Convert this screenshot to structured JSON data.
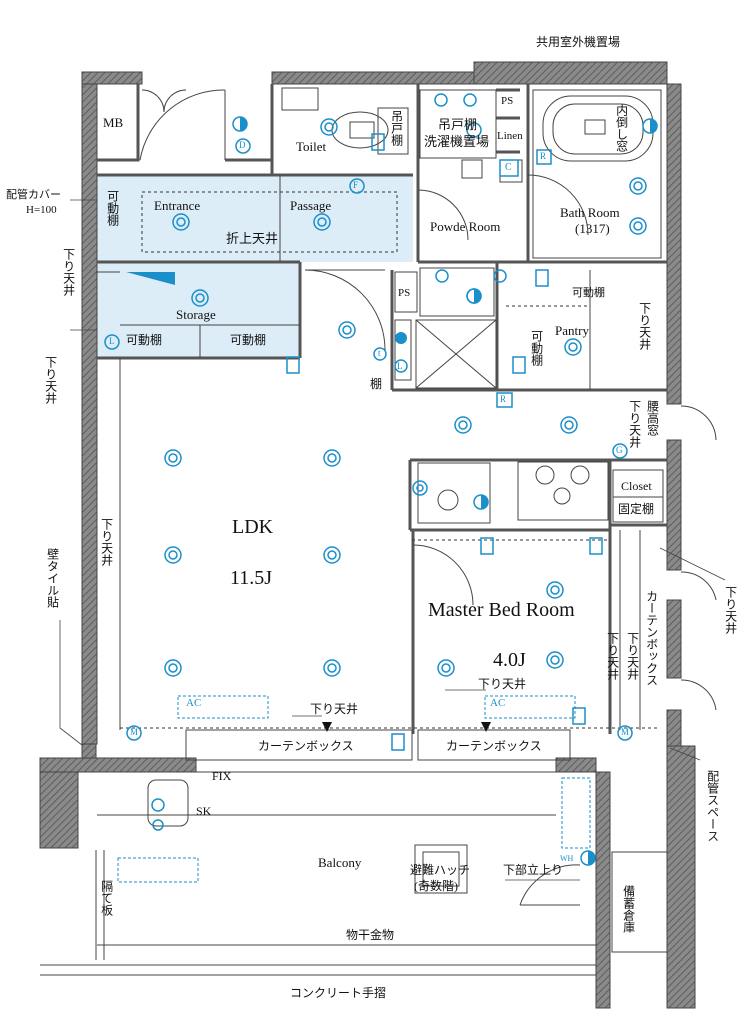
{
  "labels": {
    "common_outdoor_unit": "共用室外機置場",
    "mb": "MB",
    "toilet": "Toilet",
    "hanging_cabinet_v": "吊戸棚",
    "hanging_cabinet": "吊戸棚",
    "laundry": "洗濯機置場",
    "ps_top": "PS",
    "linen": "Linen",
    "inner_window": "内倒し窓",
    "pipe_cover": "配管カバー",
    "pipe_cover_h": "H=100",
    "movable_shelf_v": "可動棚",
    "entrance": "Entrance",
    "passage": "Passage",
    "folding_ceiling": "折上天井",
    "powder_room": "Powde Room",
    "bath_room": "Bath Room",
    "bath_size": "(1317)",
    "lowered_ceiling_left_top": "下り天井",
    "lowered_ceiling_left_mid": "下り天井",
    "storage": "Storage",
    "ps_mid": "PS",
    "movable_shelf_top": "可動棚",
    "lowered_ceiling_pantry": "下り天井",
    "pantry": "Pantry",
    "movable_shelf_pantry_v": "可動棚",
    "movable_shelf_1": "可動棚",
    "movable_shelf_2": "可動棚",
    "shelf": "棚",
    "lowered_ceiling_kitchen": "下り天井",
    "waist_window": "腰高窓",
    "closet": "Closet",
    "fixed_shelf": "固定棚",
    "ldk": "LDK",
    "ldk_size": "11.5J",
    "lowered_ceiling_ldk": "下り天井",
    "wall_tile": "壁タイル貼",
    "master_bed": "Master Bed Room",
    "master_size": "4.0J",
    "curtain_box_v": "カーテンボックス",
    "lowered_ceiling_bed1": "下り天井",
    "lowered_ceiling_bed2": "下り天井",
    "lowered_ceiling_right": "下り天井",
    "lowered_ceiling_ac_left": "下り天井",
    "lowered_ceiling_ac_right": "下り天井",
    "ac": "AC",
    "curtain_box_1": "カーテンボックス",
    "curtain_box_2": "カーテンボックス",
    "pipe_space_v": "配管スペース",
    "fix": "FIX",
    "sk": "SK",
    "balcony": "Balcony",
    "escape_hatch": "避難ハッチ",
    "odd_floor": "(奇数階)",
    "lower_rise": "下部立上り",
    "partition_v": "隔て板",
    "storage_v": "備蓄倉庫",
    "clothes_hanger": "物干金物",
    "concrete_rail": "コンクリート手摺",
    "m": "M",
    "d": "D",
    "f": "F",
    "l": "L",
    "g": "G",
    "c": "C",
    "r": "R",
    "t": "t",
    "wh": "WH"
  },
  "colors": {
    "wall": "#555555",
    "accent": "#1a8fc9",
    "fill": "#dcedf8"
  }
}
